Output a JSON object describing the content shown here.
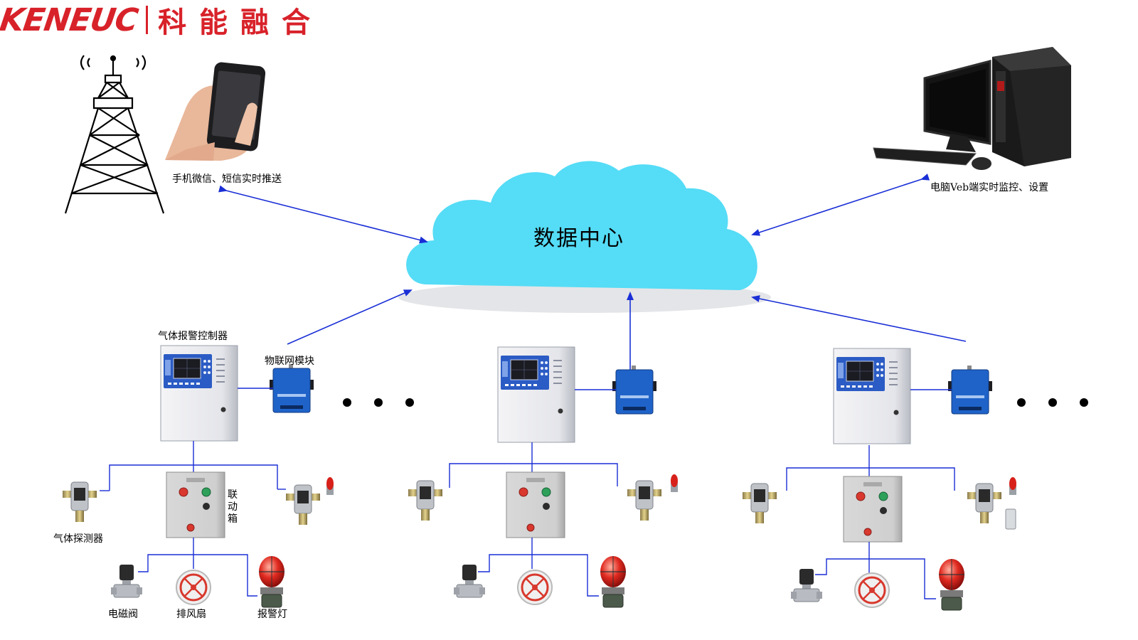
{
  "brand": {
    "name_en": "KENEUC",
    "name_cn": "科能融合"
  },
  "colors": {
    "brand": "#d8222a",
    "arrow": "#1a2fd6",
    "cloud": "#55dcf6",
    "module": "#1f63c9"
  },
  "labels": {
    "phone_push": "手机微信、短信实时推送",
    "pc_monitor": "电脑Veb端实时监控、设置",
    "data_center": "数据中心",
    "controller": "气体报警控制器",
    "iot_module": "物联网模块",
    "linkage_box": "联动箱",
    "gas_detector": "气体探测器",
    "solenoid_valve": "电磁阀",
    "exhaust_fan": "排风扇",
    "alarm_light": "报警灯"
  },
  "icons": [
    "signal-tower-icon",
    "smartphone-hand-icon",
    "desktop-computer-icon",
    "cloud-icon"
  ]
}
